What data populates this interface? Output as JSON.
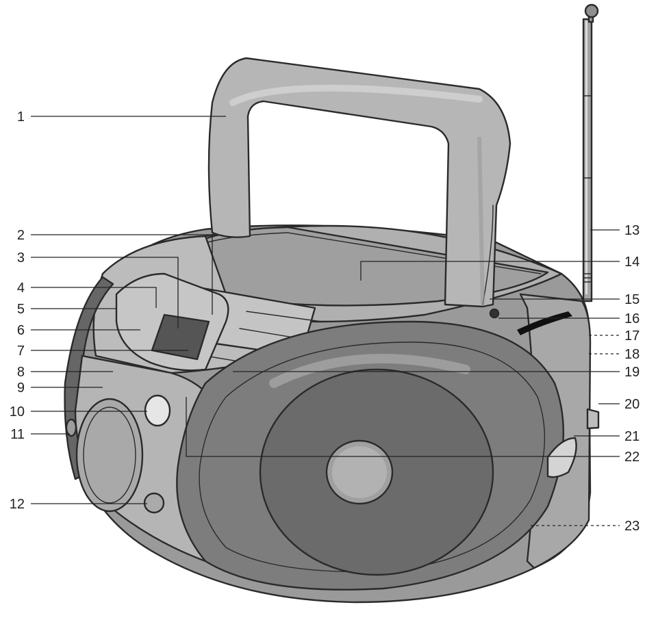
{
  "callouts": [
    "1",
    "2",
    "3",
    "4",
    "5",
    "6",
    "7",
    "8",
    "9",
    "10",
    "11",
    "12",
    "13",
    "14",
    "15",
    "16",
    "17",
    "18",
    "19",
    "20",
    "21",
    "22",
    "23"
  ],
  "colors": {
    "body": "#9a9a9a",
    "body_light": "#bdbdbd",
    "panel": "#b3b3b3",
    "speaker_grille": "#7d7d7d",
    "speaker_cone": "#6b6b6b",
    "display": "#555555",
    "outline": "#2a2a2a",
    "highlight": "#e6e6e6"
  }
}
